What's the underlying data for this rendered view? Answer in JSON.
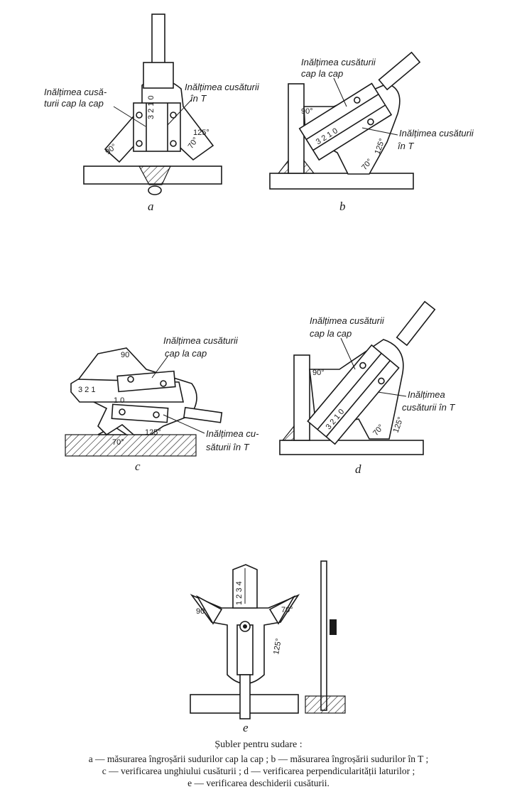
{
  "figures": {
    "a": {
      "letter": "a",
      "label_butt_1": "Inălțimea cusă-",
      "label_butt_2": "turii cap la cap",
      "label_t_1": "Inălțimea cusăturii",
      "label_t_2": "în T",
      "scale_digits": "3 2 1 0",
      "angle_90": "90°",
      "angle_70": "70°",
      "angle_125": "125°"
    },
    "b": {
      "letter": "b",
      "label_butt_1": "Inălțimea cusăturii",
      "label_butt_2": "cap la cap",
      "label_t_1": "Inălțimea cusăturii",
      "label_t_2": "în T",
      "scale_digits": "3 2 1 0",
      "angle_90": "90°",
      "angle_70": "70°",
      "angle_125": "125°"
    },
    "c": {
      "letter": "c",
      "label_butt_1": "Inălțimea cusăturii",
      "label_butt_2": "cap la cap",
      "label_t_1": "Inălțimea cu-",
      "label_t_2": "săturii în T",
      "scale_digits": "3 2 1",
      "scale_small": "1 0",
      "angle_90": "90",
      "angle_70": "70°",
      "angle_125": "125°"
    },
    "d": {
      "letter": "d",
      "label_butt_1": "Inălțimea cusăturii",
      "label_butt_2": "cap la cap",
      "label_t_1": "Inălțimea",
      "label_t_2": "cusăturii în T",
      "scale_digits": "3 2 1 0",
      "angle_90": "90°",
      "angle_70": "70°",
      "angle_125": "125°"
    },
    "e": {
      "letter": "e",
      "scale_digits": "1 2 3 4",
      "angle_90": "90",
      "angle_70": "70°",
      "angle_125": "125°"
    }
  },
  "caption": {
    "title": "Șubler pentru sudare :",
    "line1": "a — măsurarea îngroșării sudurilor cap la cap ; b — măsurarea îngroșării sudurilor în T ;",
    "line2": "c — verificarea unghiului cusăturii ; d — verificarea perpendicularității laturilor ;",
    "line3": "e — verificarea deschiderii cusăturii."
  }
}
